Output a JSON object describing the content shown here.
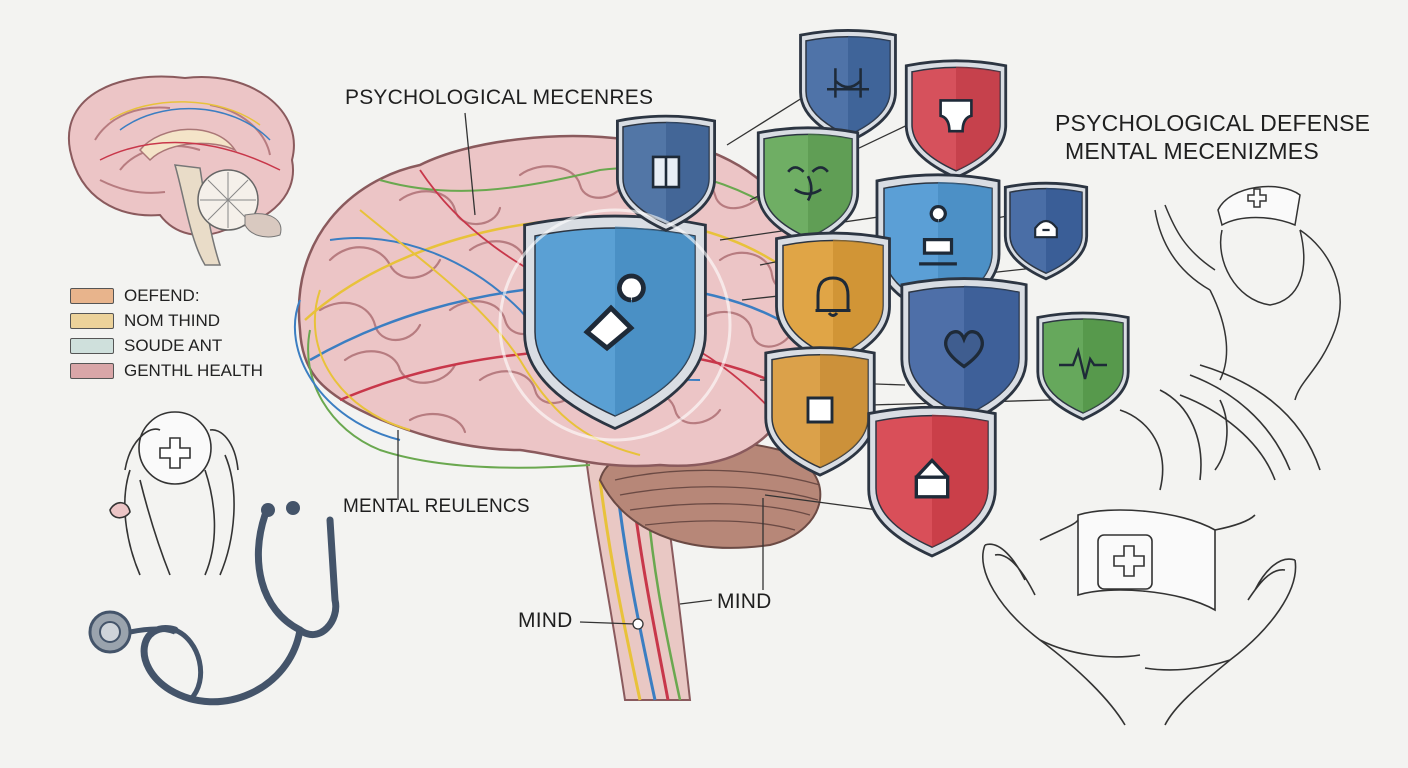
{
  "labels": {
    "psych_mecenres": "PSYCHOLOGICAL MECENRES",
    "title_line1": "PSYCHOLOGICAL DEFENSE",
    "title_line2": "MENTAL MECENIZMES",
    "mental_reulencs": "MENTAL REULENCS",
    "mind_left": "MIND",
    "mind_right": "MIND"
  },
  "legend": [
    {
      "label": "OEFEND:",
      "color": "#e8b48c"
    },
    {
      "label": "NOM THIND",
      "color": "#ecd29a"
    },
    {
      "label": "SOUDE ANT",
      "color": "#cfe0dc"
    },
    {
      "label": "GENTHL HEALTH",
      "color": "#d9a6a8"
    }
  ],
  "colors": {
    "brain": "#ecc5c6",
    "brain_fold": "#b77c80",
    "nerve_yellow": "#e8c23a",
    "nerve_blue": "#3b7ec2",
    "nerve_red": "#c8374a",
    "nerve_green": "#6aa84f",
    "stethoscope": "#44546a"
  },
  "shields": [
    {
      "name": "shield-large-center",
      "color": "#5aa0d4",
      "icon": "gear-icon"
    },
    {
      "name": "shield-top-blue",
      "color": "#5276a6",
      "icon": "square-icon"
    },
    {
      "name": "shield-top-right-blue",
      "color": "#4f73a8",
      "icon": "chart-icon"
    },
    {
      "name": "shield-red-top",
      "color": "#d6515c",
      "icon": "stamp-icon"
    },
    {
      "name": "shield-green-face",
      "color": "#6fae64",
      "icon": "face-icon"
    },
    {
      "name": "shield-light-blue",
      "color": "#5b9fd6",
      "icon": "person-icon"
    },
    {
      "name": "shield-navy",
      "color": "#4a6ea6",
      "icon": "helmet-icon"
    },
    {
      "name": "shield-orange-bell",
      "color": "#e0a546",
      "icon": "bell-icon"
    },
    {
      "name": "shield-grid-heart",
      "color": "#4e6fa8",
      "icon": "heart-icon"
    },
    {
      "name": "shield-green-pulse",
      "color": "#66a85c",
      "icon": "pulse-icon"
    },
    {
      "name": "shield-orange-box",
      "color": "#dba14a",
      "icon": "box-icon"
    },
    {
      "name": "shield-red-bottom",
      "color": "#d94f59",
      "icon": "home-icon"
    }
  ]
}
